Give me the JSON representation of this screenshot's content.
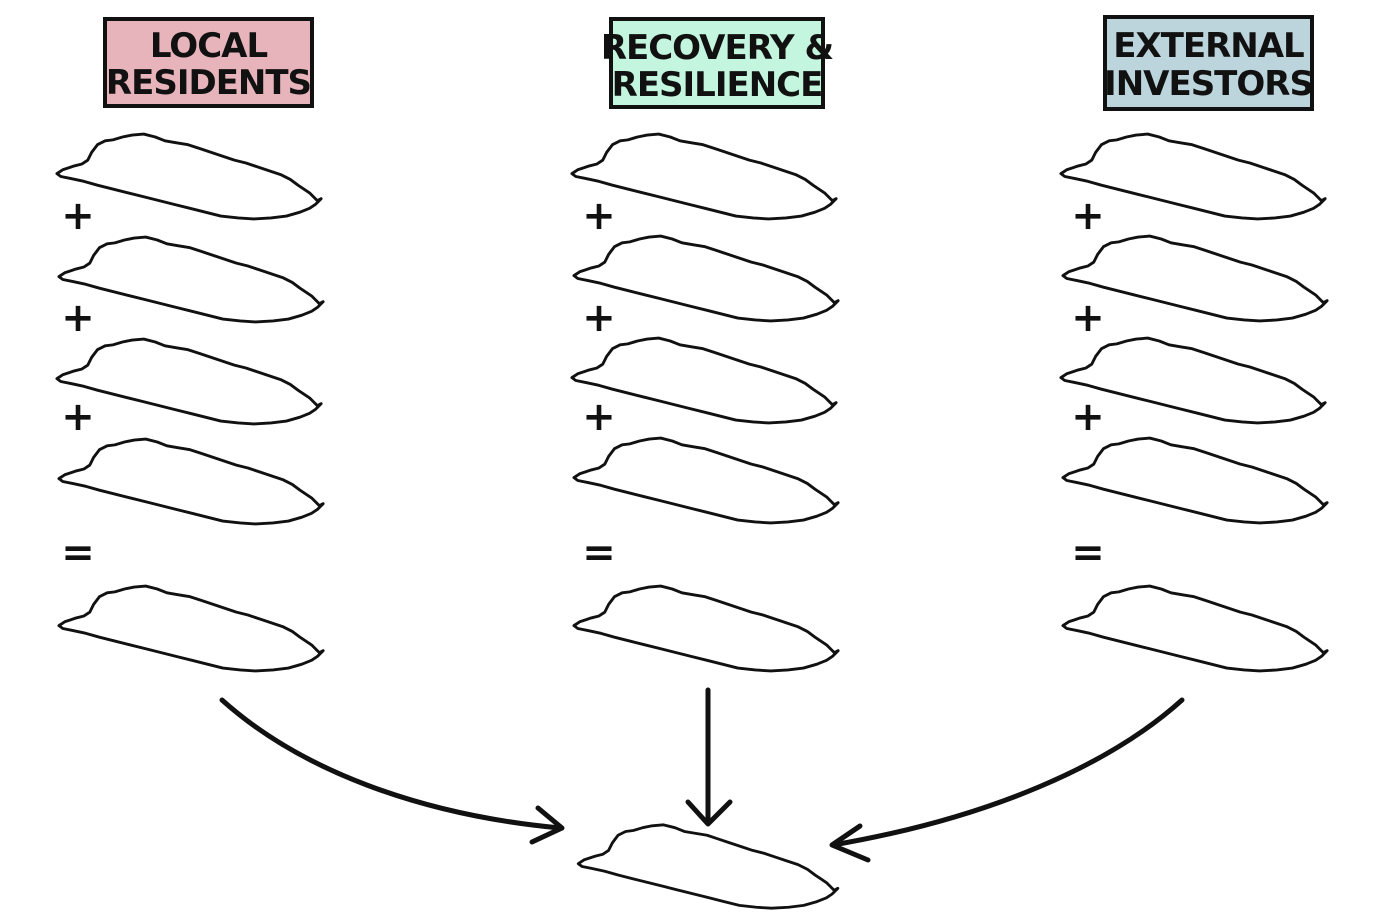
{
  "columns": [
    {
      "id": "local-residents",
      "line1": "LOCAL",
      "line2": "RESIDENTS",
      "color": "#e8b4bc"
    },
    {
      "id": "recovery-resilience",
      "line1": "RECOVERY &",
      "line2": "RESILIENCE",
      "color": "#c4f5df"
    },
    {
      "id": "external-investors",
      "line1": "EXTERNAL",
      "line2": "INVESTORS",
      "color": "#bcd4dc"
    }
  ],
  "operators": {
    "plus": "+",
    "equals": "="
  },
  "box_stroke": "#111111"
}
